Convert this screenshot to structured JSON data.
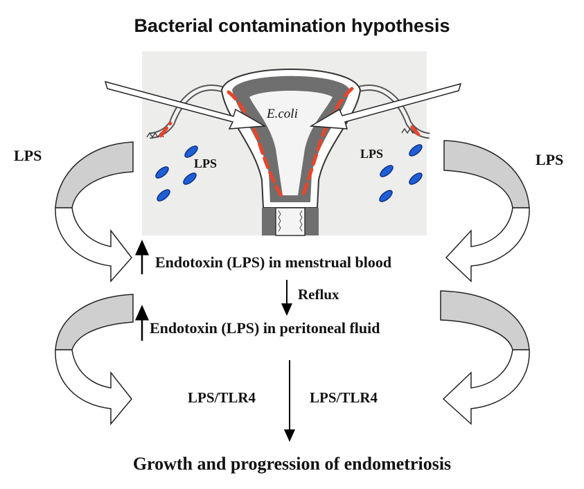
{
  "title": "Bacterial contamination hypothesis",
  "labels": {
    "lps_left": "LPS",
    "lps_right": "LPS",
    "lps_image_left": "LPS",
    "lps_image_right": "LPS",
    "ecoli": "E.coli",
    "menstrual": "Endotoxin (LPS) in menstrual blood",
    "reflux": "Reflux",
    "peritoneal": "Endotoxin (LPS) in peritoneal fluid",
    "tlr4_left": "LPS/TLR4",
    "tlr4_right": "LPS/TLR4",
    "outcome": "Growth and progression of endometriosis"
  },
  "colors": {
    "panel_bg": "#ededec",
    "uterus_wall": "#6f6f6f",
    "contamination": "#e8452b",
    "bacteria": "#1f5fd6",
    "curved_arrow_fill": "#cfcfcf"
  }
}
